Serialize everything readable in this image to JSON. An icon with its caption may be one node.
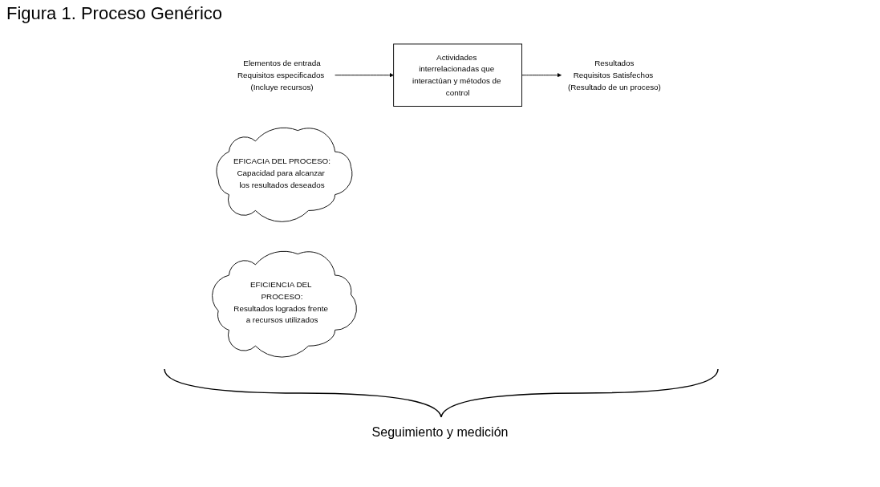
{
  "diagram": {
    "title": "Figura 1. Proceso Genérico",
    "nodes": [
      {
        "text": [
          "Elementos de entrada",
          "Requisitos especificados (Incluye recursos)"
        ]
      },
      {
        "text": [
          "Actividades interrelacionadas que interactúan y métodos de control"
        ]
      },
      {
        "text": [
          "Resultados",
          "Requisitos Satisfechos (Resultado de un proceso)"
        ]
      },
      {
        "text": [
          "EFICACIA DEL PROCESO:",
          "Capacidad para alcanzar los resultados deseados"
        ]
      },
      {
        "text": [
          "EFICIENCIA DEL PROCESO:",
          "Resultados logrados frente a recursos utilizados"
        ]
      }
    ],
    "edges": [
      {
        "from": 0,
        "to": 1,
        "arrow": "to"
      },
      {
        "from": 1,
        "to": 2,
        "arrow": "to"
      }
    ],
    "labels": [
      "Seguimiento y medición"
    ]
  }
}
